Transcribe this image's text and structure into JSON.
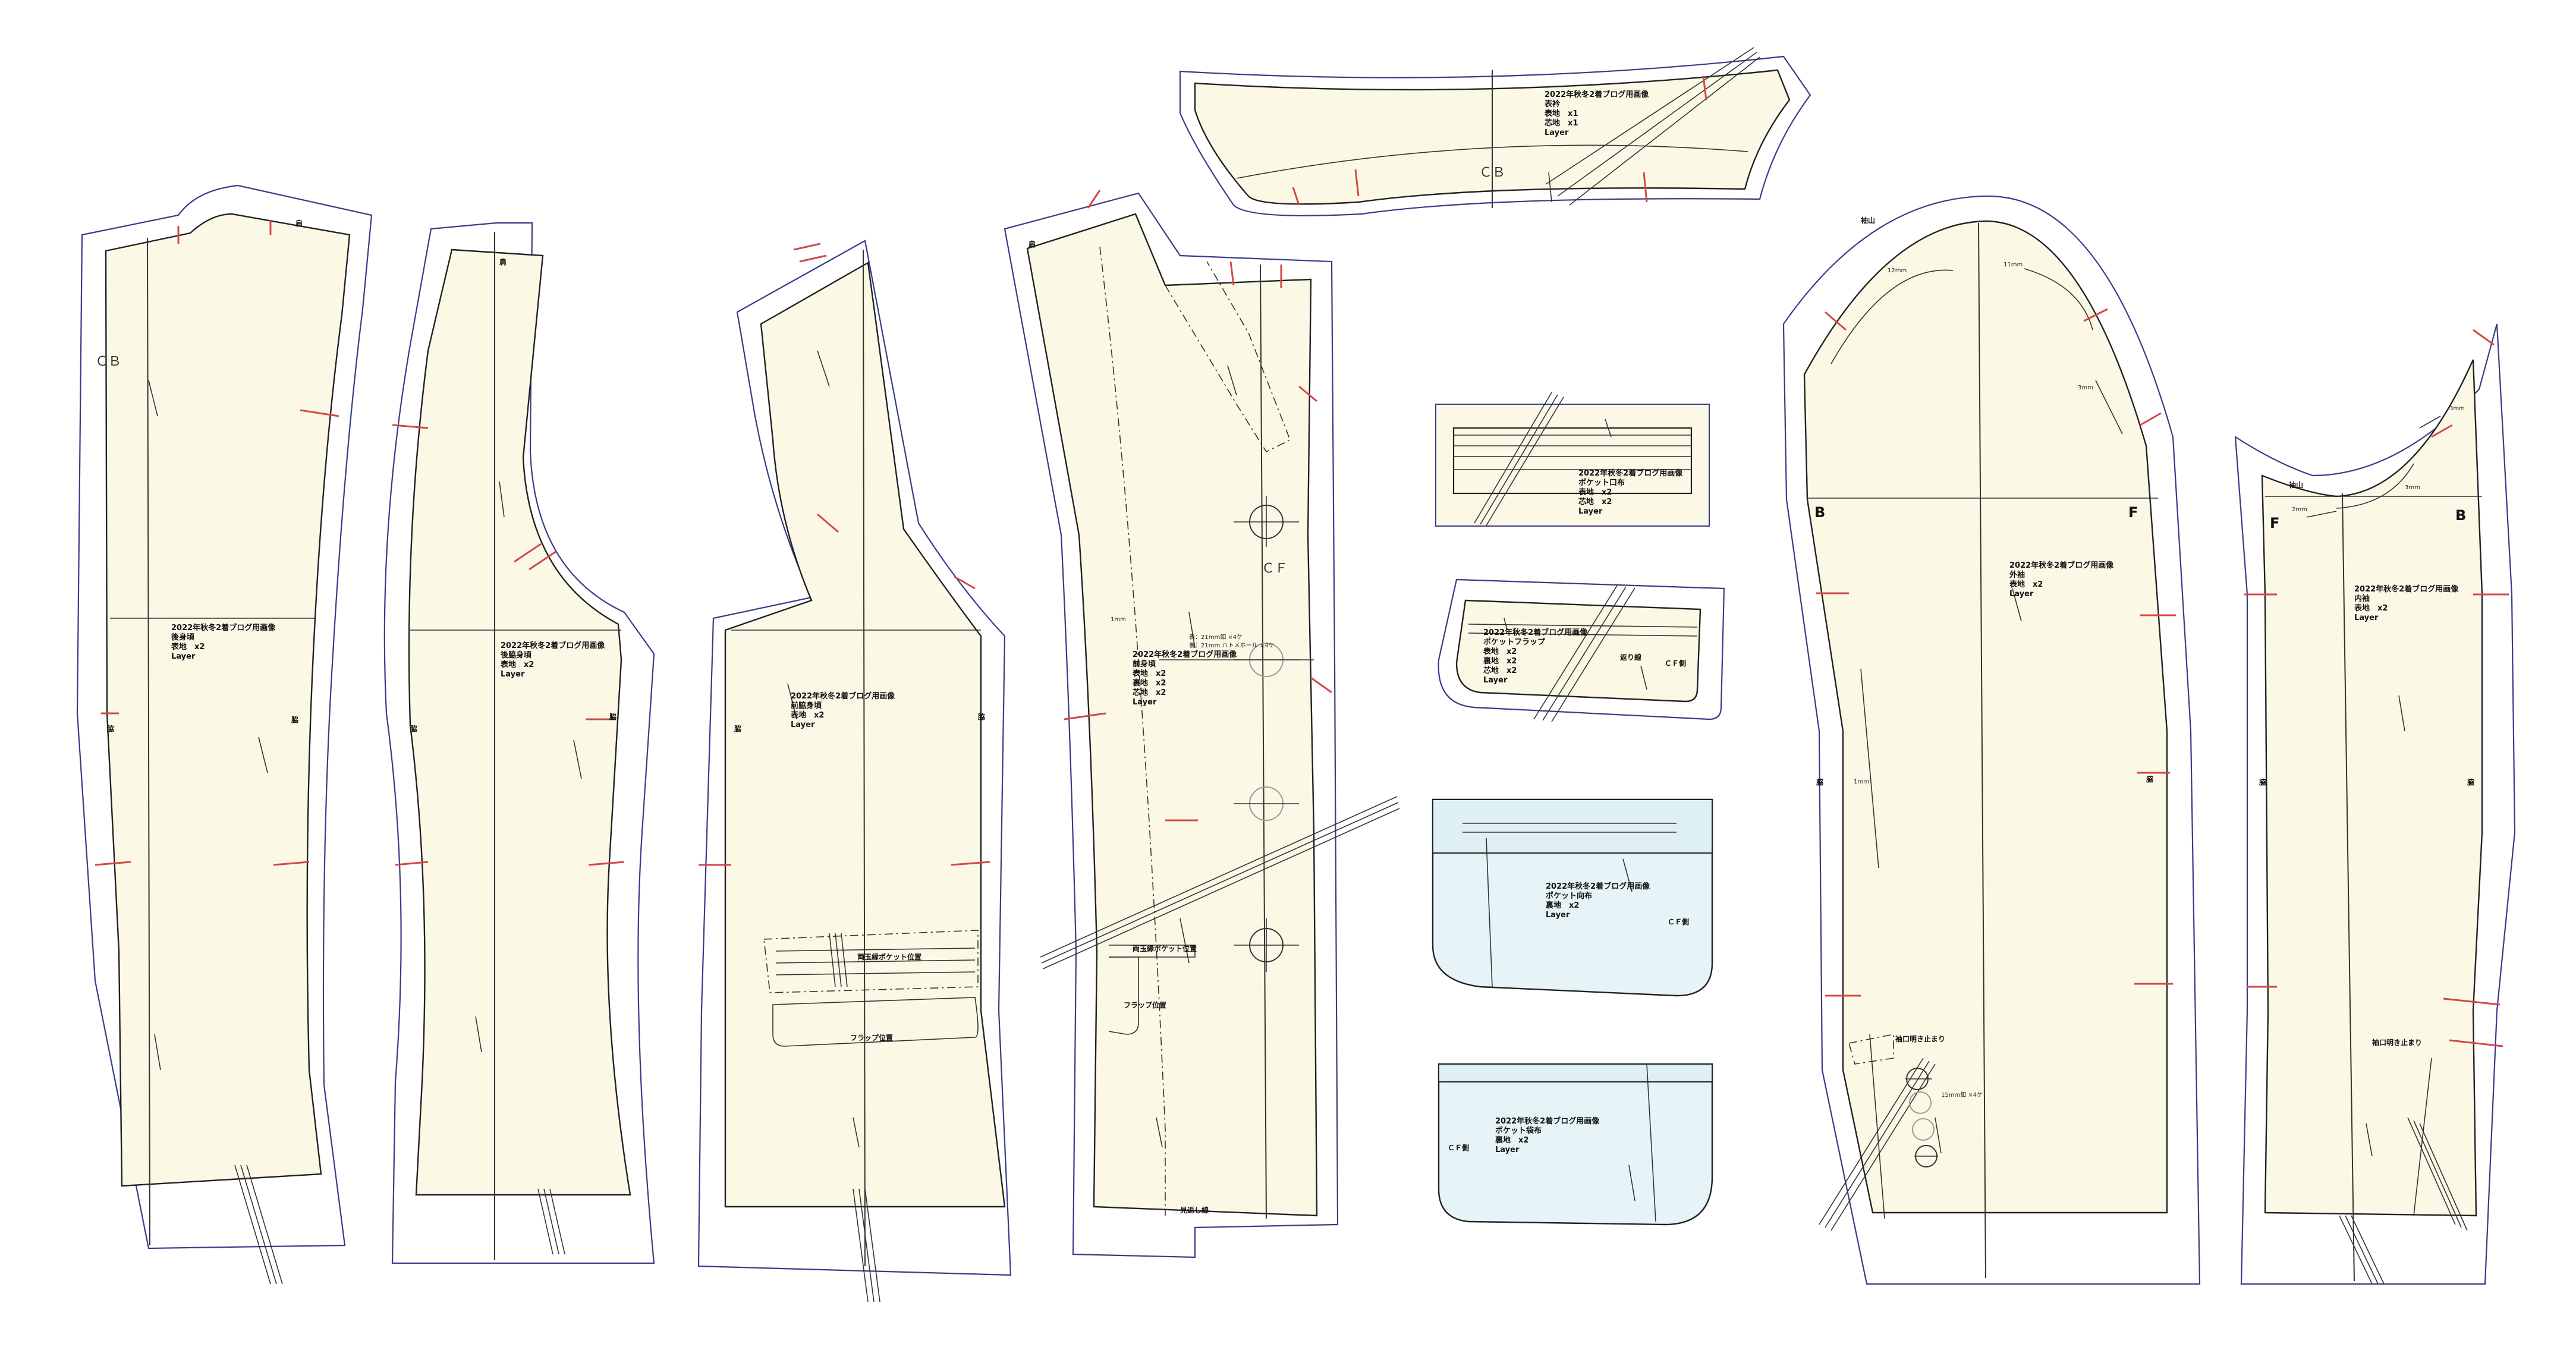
{
  "title_line": "2022年秋冬2着ブログ用画像",
  "colors": {
    "fill_cream": "#fbf9e6",
    "fill_blue": "#e6f4f8",
    "seam": "#3a3a8a",
    "notch": "#d24848"
  },
  "pieces": {
    "back_body": {
      "name": "後身頃",
      "f1": "表地　x2",
      "layer": "Layer",
      "cb": "ＣＢ",
      "notch_mark": "肩",
      "side_label": "脇",
      "side_label2": "脇"
    },
    "side_back": {
      "name": "後脇身頃",
      "f1": "表地　x2",
      "layer": "Layer",
      "mark": "肩",
      "side_label": "脇",
      "side_label2": "脇"
    },
    "front_side": {
      "name": "前脇身頃",
      "f1": "表地　x2",
      "layer": "Layer",
      "pocket_label": "両玉縁ポケット位置",
      "flap_label": "フラップ位置",
      "side_label": "脇",
      "side_label2": "脇"
    },
    "front_body": {
      "name": "前身頃",
      "f1": "表地　x2",
      "f2": "裏地　x2",
      "f3": "芯地　x2",
      "layer": "Layer",
      "cf": "ＣＦ",
      "shoulder": "肩",
      "pocket_label": "両玉縁ポケット位置",
      "flap_label": "フラップ位置",
      "mm_note": "1mm",
      "btn_note1": "表：21mm釦 ×4ケ",
      "btn_note2": "裏：21mm ハトメホール ×4ケ",
      "hem_note": "見返し線"
    },
    "collar": {
      "name": "表衿",
      "f1": "表地　x1",
      "f2": "芯地　x1",
      "layer": "Layer",
      "cb": "ＣＢ"
    },
    "pocket_welt": {
      "name": "ポケット口布",
      "f1": "表地　x2",
      "f2": "芯地　x2",
      "layer": "Layer"
    },
    "pocket_flap": {
      "name": "ポケットフラップ",
      "f1": "表地　x2",
      "f2": "裏地　x2",
      "f3": "芯地　x2",
      "layer": "Layer",
      "fold": "返り線",
      "cf": "ＣＦ側"
    },
    "pocket_bag1": {
      "name": "ポケット向布",
      "f1": "裏地　x2",
      "layer": "Layer",
      "cf": "ＣＦ側"
    },
    "pocket_bag2": {
      "name": "ポケット袋布",
      "f1": "裏地　x2",
      "layer": "Layer",
      "cf": "ＣＦ側"
    },
    "top_sleeve": {
      "name": "外袖",
      "f1": "表地　x2",
      "layer": "Layer",
      "b": "B",
      "f": "F",
      "ease1": "12mm",
      "ease2": "11mm",
      "ease3": "3mm",
      "ease4": "1mm",
      "sleeve_cap": "袖山",
      "vent": "袖口明き止まり",
      "btn_note": "15mm釦 ×4ケ"
    },
    "under_sleeve": {
      "name": "内袖",
      "f1": "表地　x2",
      "layer": "Layer",
      "b": "B",
      "f": "F",
      "ease1": "2mm",
      "ease2": "3mm",
      "ease3": "3mm",
      "sleeve_cap": "袖山",
      "vent": "袖口明き止まり"
    }
  }
}
